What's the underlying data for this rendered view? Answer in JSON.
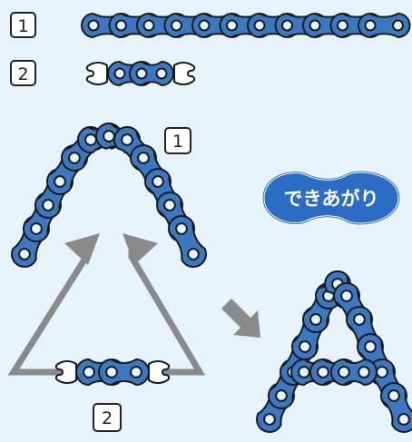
{
  "steps": {
    "one": "1",
    "two": "2"
  },
  "badge": {
    "label": "できあがり"
  },
  "colors": {
    "background": "#e6f3fb",
    "chain_fill": "#3a78c2",
    "chain_outline": "#1b1b1b",
    "hole_fill": "#e6f3fb",
    "arrow": "#8a8a8a",
    "badge_fill": "#2b6cc4",
    "badge_text": "#ffffff"
  }
}
